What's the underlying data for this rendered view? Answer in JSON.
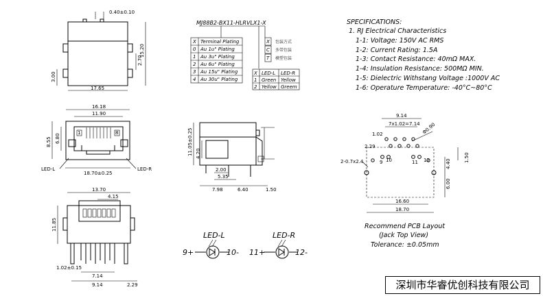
{
  "part_number": "MJ88B2-BX11-HLRVLX1-X",
  "top_view": {
    "d_pin_width": "0.40±0.10",
    "d_width": "17.65",
    "d_height": "15.20",
    "d_left": "3.00",
    "d_right": "2.70"
  },
  "front_view": {
    "d_outer": "16.18",
    "d_inner": "11.90",
    "d_h1": "8.55",
    "d_h2": "6.80",
    "d_led_span": "18.70±0.25",
    "pin_left": "1",
    "pin_right": "8",
    "led_l": "LED-L",
    "led_r": "LED-R"
  },
  "side_view": {
    "d_height": "11.05±0.25",
    "d_4_20": "4.20",
    "d_2_00": "2.00",
    "d_5_35": "5.35",
    "d_7_98": "7.98",
    "d_6_40": "6.40",
    "d_1_50": "1.50"
  },
  "bottom_view": {
    "d_13_70": "13.70",
    "d_4_15": "4.15",
    "d_11_85": "11.85",
    "d_pin": "1.02±0.15",
    "d_7_14": "7.14",
    "d_9_14": "9.14",
    "d_2_29": "2.29"
  },
  "plating_table": {
    "headers": [
      "X",
      "Terminal Plating"
    ],
    "rows": [
      [
        "0",
        "Au 1u\" Plating"
      ],
      [
        "1",
        "Au 3u\" Plating"
      ],
      [
        "2",
        "Au 6u\" Plating"
      ],
      [
        "3",
        "Au 15u\" Plating"
      ],
      [
        "4",
        "Au 30u\" Plating"
      ]
    ]
  },
  "code_legend": [
    [
      "X",
      "包装方式"
    ],
    [
      "C",
      "多带包装"
    ],
    [
      "T",
      "模塑包装"
    ]
  ],
  "led_table": {
    "headers": [
      "X",
      "LED-L",
      "LED-R"
    ],
    "rows": [
      [
        "1",
        "Green",
        "Yellow"
      ],
      [
        "2",
        "Yellow",
        "Greem"
      ]
    ]
  },
  "specifications": {
    "title": "SPECIFICATIONS:",
    "section": "1. RJ Electrical Characteristics",
    "items": [
      "1-1: Voltage: 150V AC RMS",
      "1-2: Current Rating: 1.5A",
      "1-3: Contact Resistance: 40mΩ MAX.",
      "1-4: Insulation Resistance: 500MΩ MIN.",
      "1-5: Dielectric Withstang Voltage :1000V AC",
      "1-6: Operature Temperature: -40°C~80°C"
    ]
  },
  "pcb_layout": {
    "d_9_14": "9.14",
    "d_1_02": "1.02",
    "d_7x": "7x1.02=7.14",
    "d_hole": "Φ0.90",
    "d_2_29": "2.29",
    "d_slot": "2-0.7x2.4",
    "d_4_40": "4.40",
    "d_1_50": "1.50",
    "d_6_00": "6.00",
    "d_16_60": "16.60",
    "d_18_70": "18.70",
    "pin_labels": [
      "9",
      "10",
      "11",
      "12"
    ],
    "caption1": "Recommend PCB Layout",
    "caption2": "(Jack Top View)",
    "caption3": "Tolerance: ±0.05mm"
  },
  "led_symbols": {
    "l_label": "LED-L",
    "r_label": "LED-R",
    "l_plus": "9+",
    "l_minus": "10-",
    "r_plus": "11+",
    "r_minus": "12-"
  },
  "company": "深圳市华睿优创科技有限公司"
}
